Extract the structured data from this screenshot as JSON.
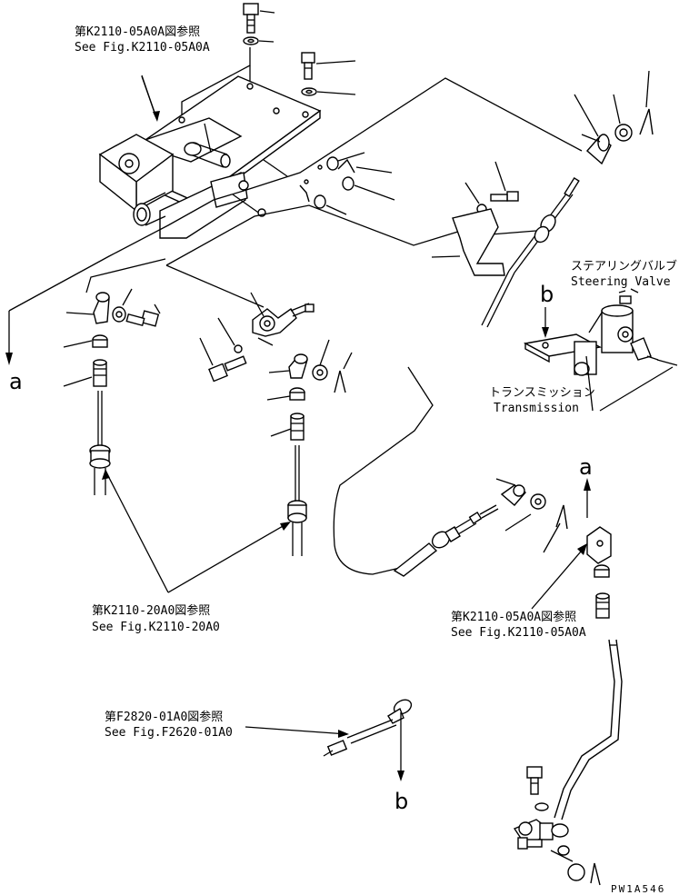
{
  "labels": {
    "ref_top_jp": "第K2110-05A0A図参照",
    "ref_top_en": "See Fig.K2110-05A0A",
    "ref_mid_jp": "第K2110-20A0図参照",
    "ref_mid_en": "See Fig.K2110-20A0",
    "ref_right_jp": "第K2110-05A0A図参照",
    "ref_right_en": "See Fig.K2110-05A0A",
    "ref_bottom_jp": "第F2820-01A0図参照",
    "ref_bottom_en": "See Fig.F2620-01A0",
    "steering_jp": "ステアリングバルブ",
    "steering_en": "Steering Valve",
    "transmission_jp": "トランスミッション",
    "transmission_en": "Transmission",
    "mark_a1": "a",
    "mark_a2": "a",
    "mark_b1": "b",
    "mark_b2": "b",
    "drawing_code": "PW1A546"
  }
}
